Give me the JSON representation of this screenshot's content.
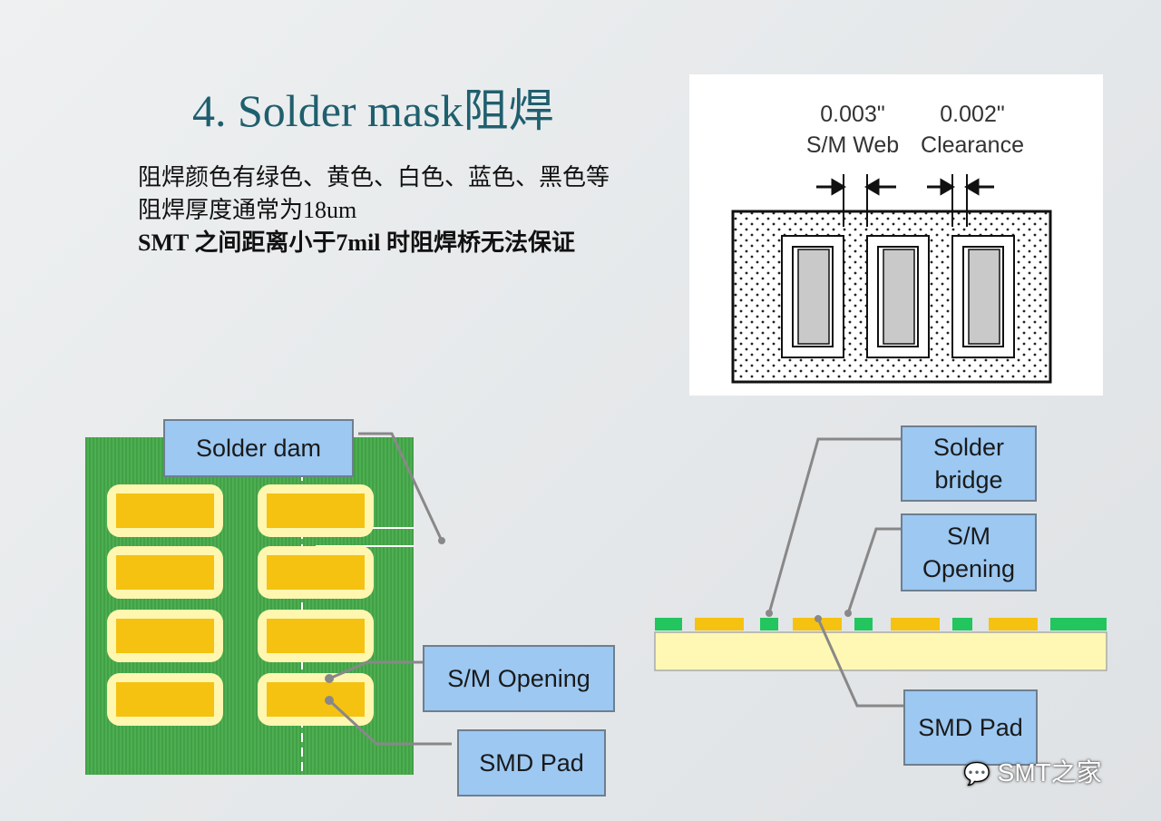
{
  "title": "4. Solder mask阻焊",
  "bullets": [
    "阻焊颜色有绿色、黄色、白色、蓝色、黑色等",
    "阻焊厚度通常为18um",
    "SMT 之间距离小于7mil 时阻焊桥无法保证"
  ],
  "top_diagram": {
    "web_value": "0.003\"",
    "web_label": "S/M Web",
    "clearance_value": "0.002\"",
    "clearance_label": "Clearance"
  },
  "left_diagram": {
    "solder_dam": "Solder dam",
    "sm_opening": "S/M Opening",
    "smd_pad": "SMD Pad"
  },
  "right_diagram": {
    "solder_bridge": "Solder bridge",
    "sm_opening": "S/M Opening",
    "smd_pad": "SMD Pad"
  },
  "watermark": "SMT之家",
  "colors": {
    "title": "#1f5f6e",
    "mask_green": "#4caf50",
    "pad_yellow": "#f5c211",
    "label_blue": "#9cc8f2"
  }
}
